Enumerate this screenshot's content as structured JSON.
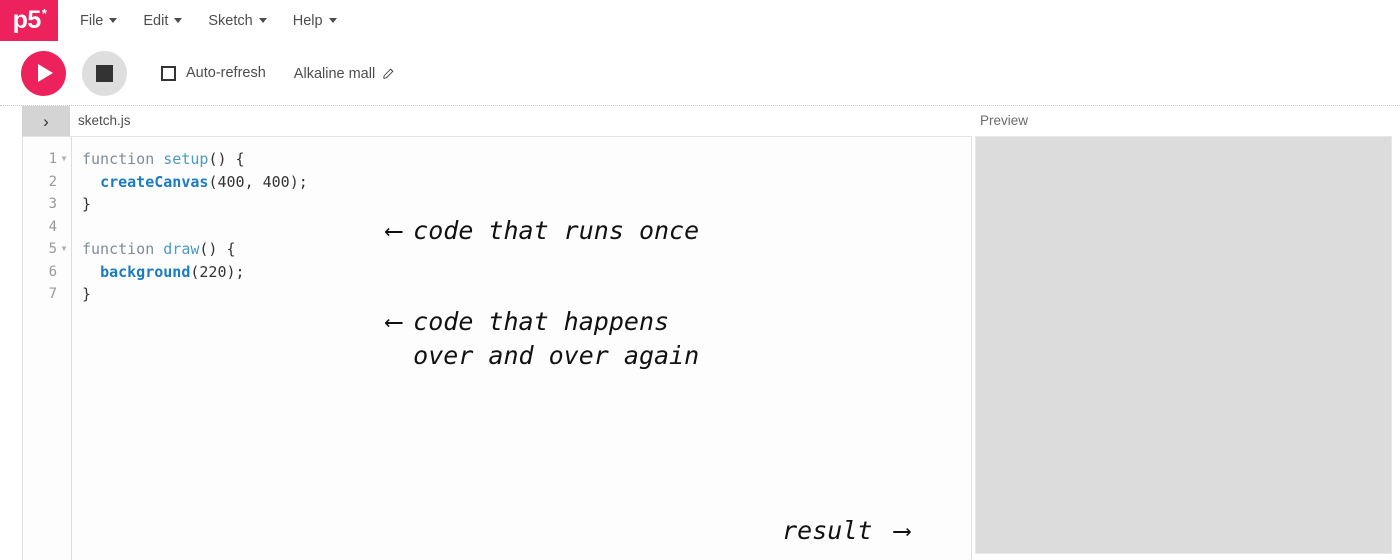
{
  "app": {
    "logo_text": "p5",
    "logo_star": "*",
    "brand_color": "#ed225d"
  },
  "menubar": {
    "items": [
      {
        "label": "File"
      },
      {
        "label": "Edit"
      },
      {
        "label": "Sketch"
      },
      {
        "label": "Help"
      }
    ]
  },
  "toolbar": {
    "play_label": "play-button",
    "stop_label": "stop-button",
    "autorefresh_label": "Auto-refresh",
    "autorefresh_checked": false,
    "sketch_name": "Alkaline mall"
  },
  "tabs": {
    "sidebar_toggle_glyph": "›",
    "filename": "sketch.js",
    "preview_label": "Preview"
  },
  "editor": {
    "lines": [
      {
        "number": "1",
        "foldable": true,
        "tokens": [
          {
            "text": "function ",
            "type": "kw"
          },
          {
            "text": "setup",
            "type": "fnname"
          },
          {
            "text": "() {",
            "type": "punct"
          }
        ]
      },
      {
        "number": "2",
        "foldable": false,
        "tokens": [
          {
            "text": "  ",
            "type": "punct"
          },
          {
            "text": "createCanvas",
            "type": "builtin"
          },
          {
            "text": "(",
            "type": "punct"
          },
          {
            "text": "400",
            "type": "num"
          },
          {
            "text": ", ",
            "type": "punct"
          },
          {
            "text": "400",
            "type": "num"
          },
          {
            "text": ");",
            "type": "punct"
          }
        ]
      },
      {
        "number": "3",
        "foldable": false,
        "tokens": [
          {
            "text": "}",
            "type": "punct"
          }
        ]
      },
      {
        "number": "4",
        "foldable": false,
        "tokens": [
          {
            "text": "",
            "type": "punct"
          }
        ]
      },
      {
        "number": "5",
        "foldable": true,
        "tokens": [
          {
            "text": "function ",
            "type": "kw"
          },
          {
            "text": "draw",
            "type": "fnname"
          },
          {
            "text": "() {",
            "type": "punct"
          }
        ]
      },
      {
        "number": "6",
        "foldable": false,
        "tokens": [
          {
            "text": "  ",
            "type": "punct"
          },
          {
            "text": "background",
            "type": "builtin"
          },
          {
            "text": "(",
            "type": "punct"
          },
          {
            "text": "220",
            "type": "num"
          },
          {
            "text": ");",
            "type": "punct"
          }
        ]
      },
      {
        "number": "7",
        "foldable": false,
        "tokens": [
          {
            "text": "}",
            "type": "punct"
          }
        ]
      }
    ]
  },
  "annotations": {
    "setup": {
      "arrow": "⟵",
      "text": "code that runs once"
    },
    "draw": {
      "arrow": "⟵",
      "line1": "code that happens",
      "line2": "over and over again"
    },
    "result": {
      "text": "result",
      "arrow": "⟶"
    }
  },
  "preview": {
    "canvas_background": "#dcdcdc"
  }
}
